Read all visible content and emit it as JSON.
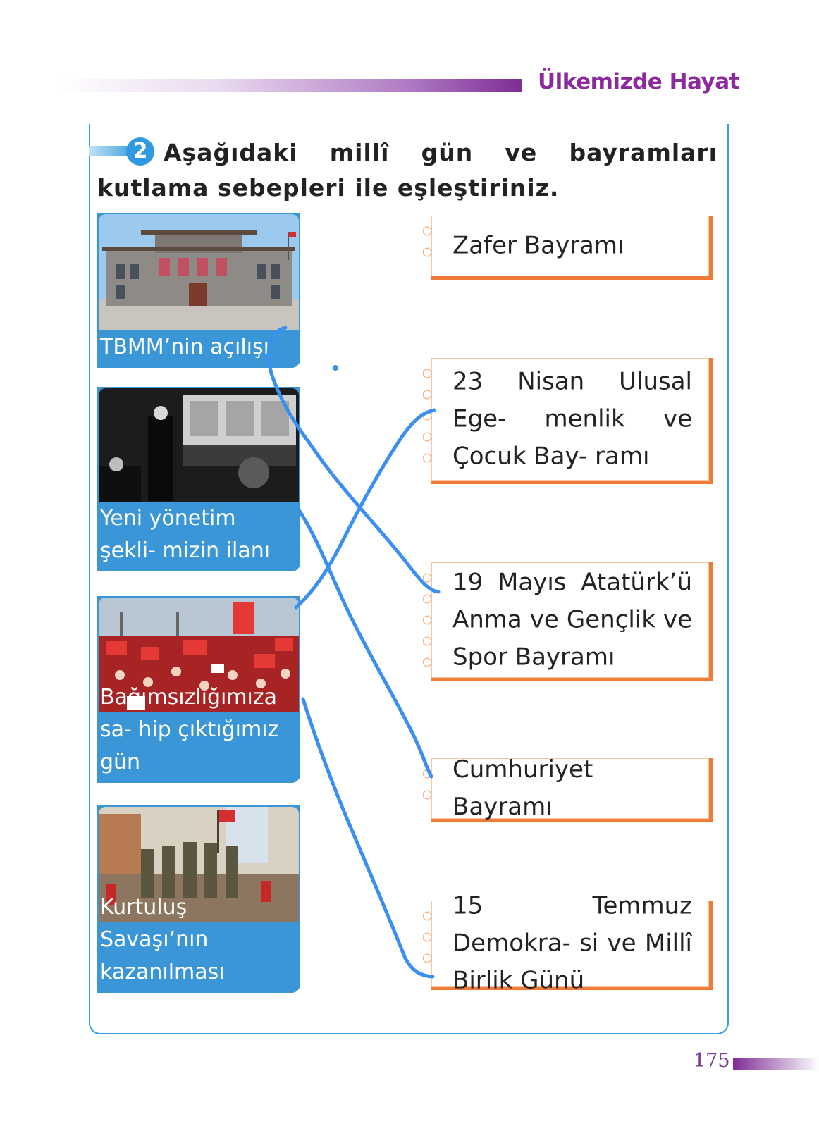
{
  "header": {
    "title": "Ülkemizde Hayat"
  },
  "question": {
    "number": "2",
    "text": "Aşağıdaki millî gün ve bayramları kutlama sebepleri ile eşleştiriniz."
  },
  "left_cards": [
    {
      "label": "TBMM’nin açılışı",
      "image": "tbmm-building-photo"
    },
    {
      "label": "Yeni yönetim şekli- mizin ilanı",
      "image": "ataturk-speech-photo"
    },
    {
      "label": "Bağımsızlığımıza sa- hip çıktığımız gün",
      "image": "flag-crowd-photo"
    },
    {
      "label": "Kurtuluş Savaşı’nın kazanılması",
      "image": "victory-march-painting"
    }
  ],
  "right_boxes": [
    {
      "label": "Zafer Bayramı"
    },
    {
      "label": "23 Nisan Ulusal Ege- menlik ve Çocuk Bay- ramı"
    },
    {
      "label": "19 Mayıs Atatürk’ü Anma ve Gençlik ve Spor Bayramı"
    },
    {
      "label": "Cumhuriyet Bayramı"
    },
    {
      "label": "15 Temmuz Demokra- si ve Millî Birlik Günü"
    }
  ],
  "colors": {
    "accent_purple": "#8a2a9d",
    "accent_blue": "#3a96d6",
    "accent_orange": "#ef7b39",
    "ink_line": "#3a8ff0"
  },
  "page_number": "175"
}
